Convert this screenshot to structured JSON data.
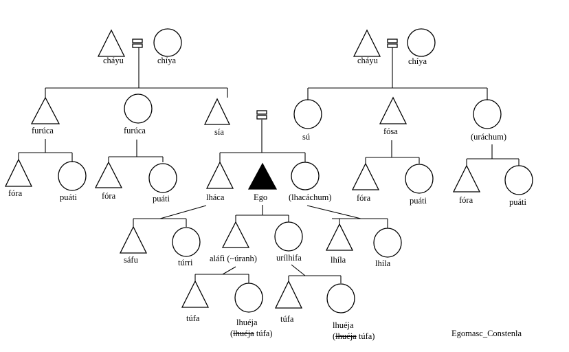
{
  "left_family": {
    "father": "cháyu",
    "mother": "chíya",
    "children": {
      "furuca_male": "furúca",
      "furuca_female": "furúca",
      "sia": "sía"
    },
    "furuca_male_children": {
      "male": "fóra",
      "female": "puáti"
    },
    "furuca_female_children": {
      "male": "fóra",
      "female": "puáti"
    }
  },
  "right_family": {
    "father": "cháyu",
    "mother": "chíya",
    "children": {
      "su": "sú",
      "fosa": "fósa",
      "urachum": "(uráchum)"
    },
    "fosa_children": {
      "male": "fóra",
      "female": "puáti"
    },
    "urachum_children": {
      "male": "fóra",
      "female": "puáti"
    }
  },
  "ego_generation": {
    "lhaca": "lháca",
    "ego": "Ego",
    "lhacachum": "(lhacáchum)"
  },
  "lhaca_children": {
    "male": "sáfu",
    "female": "túrri"
  },
  "ego_children": {
    "son": "aláfi (~úranh)",
    "daughter": "urílhifa"
  },
  "lhacachum_children": {
    "male": "lhíla",
    "female": "lhíla"
  },
  "alafi_children": {
    "male": "túfa",
    "female_line1": "lhuéja",
    "female_line2_open": "(",
    "female_line2_strike": "lhuéja",
    "female_line2_rest": " túfa)"
  },
  "urilhifa_children": {
    "male": "túfa",
    "female_line1": "lhuéja",
    "female_line2_open": "(",
    "female_line2_strike": "lhuéja",
    "female_line2_rest": " túfa)"
  },
  "caption": "Egomasc_Constenla"
}
